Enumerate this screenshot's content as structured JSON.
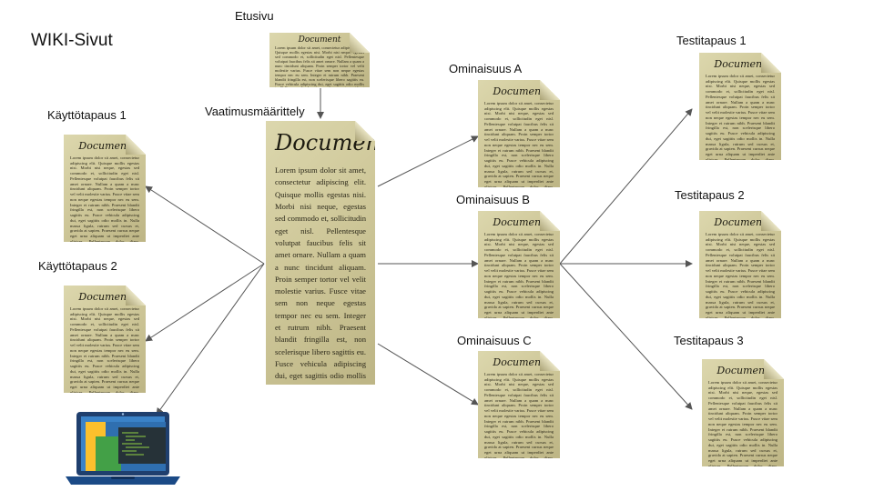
{
  "title": "WIKI-Sivut",
  "doc_heading": "Document",
  "lorem_long": "Lorem ipsum dolor sit amet, consectetur adipiscing elit. Quisque mollis egestas nisi. Morbi nisi neque, egestas sed commodo et, sollicitudin eget nisl. Pellentesque volutpat faucibus felis sit amet ornare. Nullam a quam a nunc tincidunt aliquam. Proin semper tortor vel velit molestie varius. Fusce vitae sem non neque egestas tempor nec eu sem. Integer et rutrum nibh. Praesent blandit fringilla est, non scelerisque libero sagittis eu. Fusce vehicula adipiscing dui, eget sagittis odio mollis in. Nulla massa ligula, rutrum sed cursus et, gravida at sapien. Praesent cursus neque eget urna aliquam ut imperdiet ante ultrices. Pellentesque dolor diam, vulputate convallis semper at, semper sit amet urna.",
  "nodes": {
    "etusivu": "Etusivu",
    "vaatimus": "Vaatimusmäärittely",
    "kaytto1": "Käyttötapaus 1",
    "kaytto2": "Käyttötapaus 2",
    "omA": "Ominaisuus A",
    "omB": "Ominaisuus B",
    "omC": "Ominaisuus C",
    "test1": "Testitapaus 1",
    "test2": "Testitapaus 2",
    "test3": "Testitapaus 3"
  },
  "colors": {
    "document": "#d4cea1",
    "arrow": "#555555",
    "laptop_body": "#1f4f8a",
    "laptop_screen": "#3a82c8"
  },
  "icons": {
    "document": "document-icon",
    "laptop": "laptop-icon"
  }
}
